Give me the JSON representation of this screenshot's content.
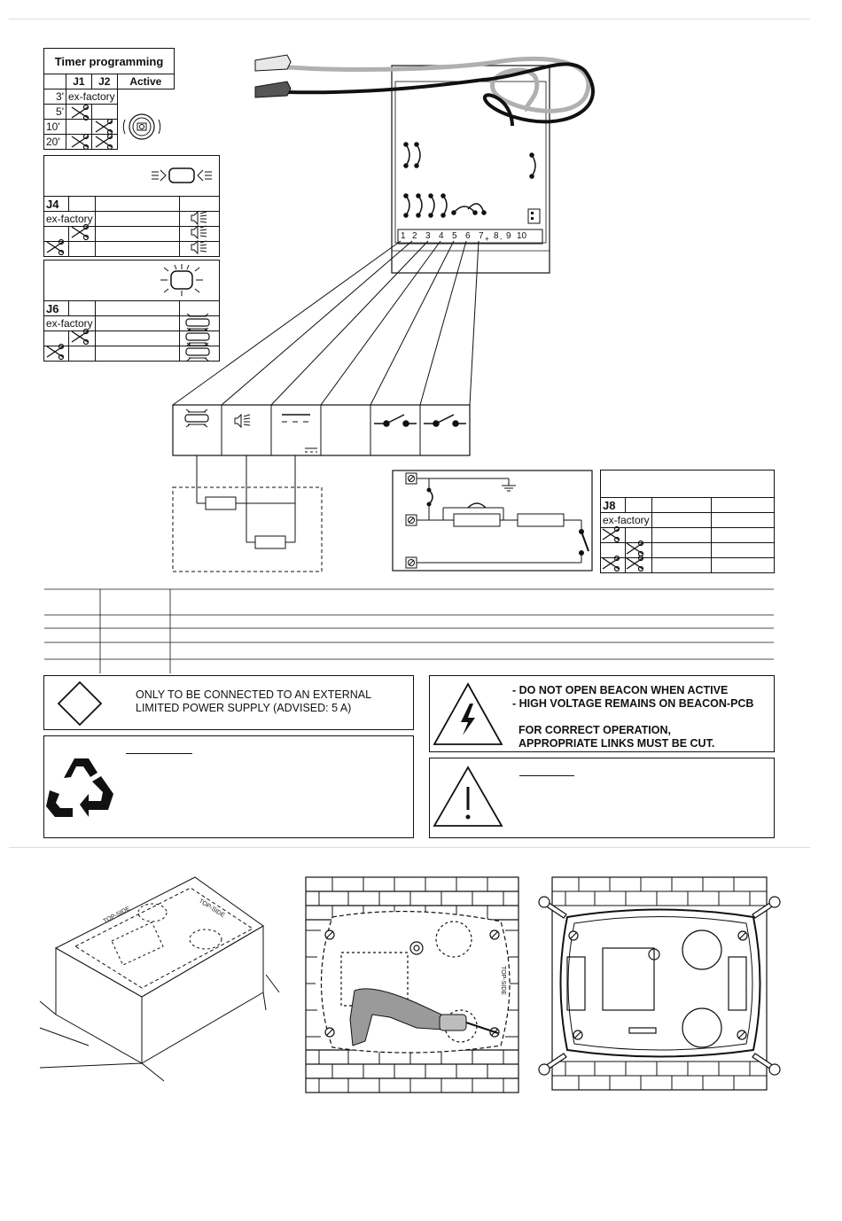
{
  "timer_table": {
    "title": "Timer programming",
    "headers": [
      "",
      "J1",
      "J2",
      "Active"
    ],
    "rows": [
      {
        "time": "3'",
        "j1": "ex-factory",
        "j2": ""
      },
      {
        "time": "5'",
        "j1": "cut",
        "j2": ""
      },
      {
        "time": "10'",
        "j1": "",
        "j2": "cut"
      },
      {
        "time": "20'",
        "j1": "cut",
        "j2": "cut"
      }
    ],
    "icon": "timer-clock-icon"
  },
  "j4_table": {
    "label": "J4",
    "rows": [
      "ex-factory",
      "cut",
      "cut"
    ],
    "icon": "sounder-icon"
  },
  "j6_table": {
    "label": "J6",
    "rows": [
      "ex-factory",
      "cut",
      "cut"
    ],
    "icon": "flash-icon"
  },
  "terminals": [
    "1",
    "2",
    "3",
    "4",
    "5",
    "6",
    "7",
    "8",
    "9",
    "10"
  ],
  "terminal_marks": {
    "t7": "+",
    "t8": "-"
  },
  "j8_table": {
    "label": "J8",
    "rows": [
      "ex-factory",
      "",
      "",
      ""
    ]
  },
  "info_table_rows": 5,
  "notices": {
    "power_supply": "ONLY TO BE CONNECTED TO AN EXTERNAL\nLIMITED POWER SUPPLY (ADVISED: 5 A)",
    "beacon_warning": "- DO NOT OPEN BEACON WHEN ACTIVE\n- HIGH VOLTAGE REMAINS ON BEACON-PCB",
    "links_warning": "FOR CORRECT OPERATION,\nAPPROPRIATE LINKS MUST BE CUT."
  },
  "installation": {
    "top_side_label": "TOP-SIDE"
  },
  "colors": {
    "line": "#111111",
    "grey_wire": "#b0b0b0",
    "drill": "#9a9a9a"
  }
}
